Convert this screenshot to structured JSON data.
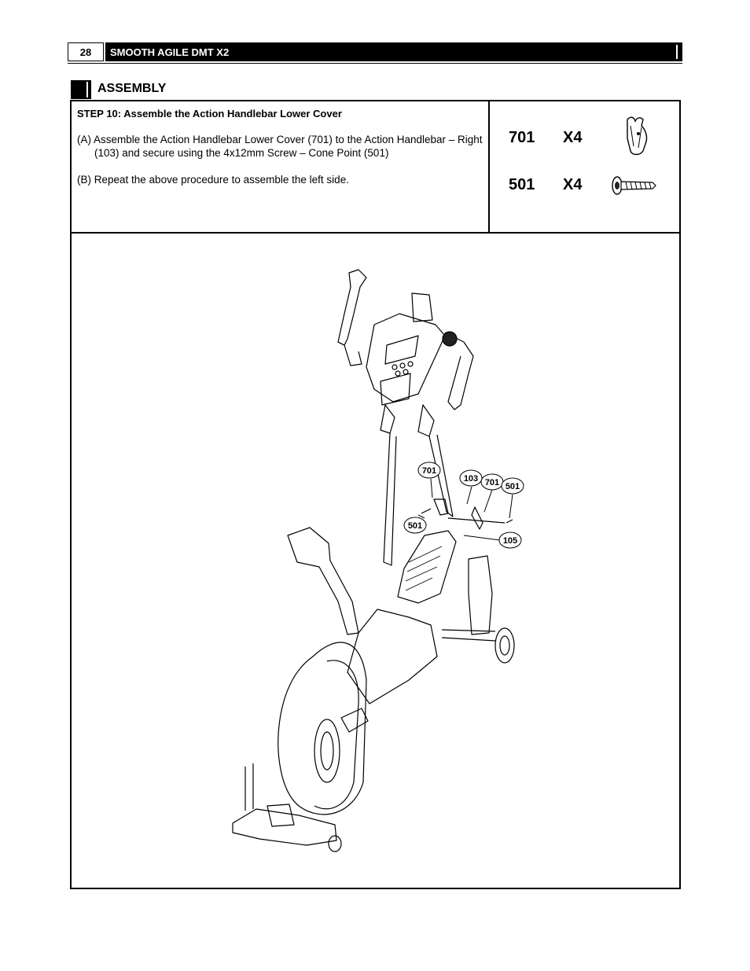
{
  "header": {
    "page_number": "28",
    "title": "SMOOTH AGILE DMT X2"
  },
  "section": {
    "title": "ASSEMBLY"
  },
  "step": {
    "title": "STEP 10: Assemble the Action Handlebar Lower Cover",
    "para_a": "(A) Assemble the Action Handlebar Lower Cover (701) to the Action Handlebar – Right (103) and secure using the 4x12mm Screw – Cone Point (501)",
    "para_b": "(B) Repeat the above procedure to assemble the left side."
  },
  "parts": [
    {
      "number": "701",
      "qty": "X4",
      "icon": "lower-cover-icon"
    },
    {
      "number": "501",
      "qty": "X4",
      "icon": "screw-icon"
    }
  ],
  "callouts": [
    "701",
    "103",
    "701",
    "501",
    "501",
    "105"
  ]
}
